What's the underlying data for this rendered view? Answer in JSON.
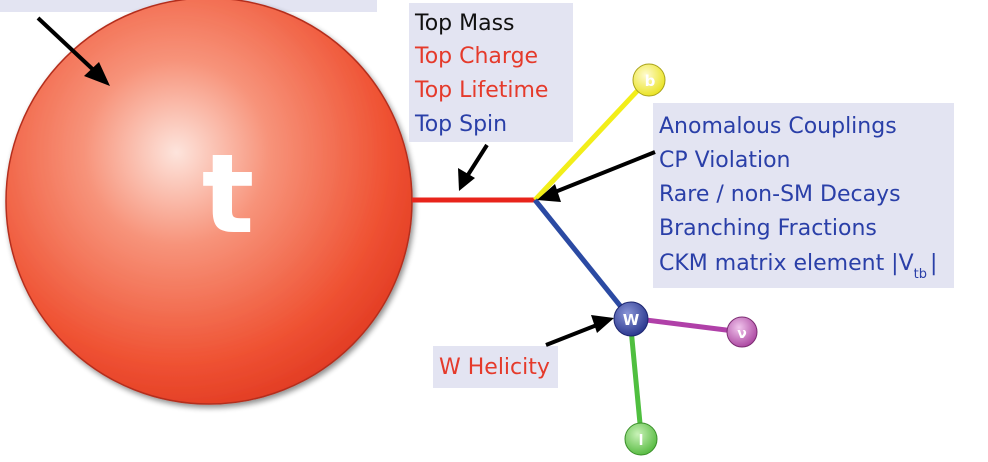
{
  "top_quark": {
    "label": "t",
    "color": "#f05a3c"
  },
  "top_properties": [
    {
      "text": "Top Mass",
      "color": "#111111"
    },
    {
      "text": "Top Charge",
      "color": "#e53a2b"
    },
    {
      "text": "Top Lifetime",
      "color": "#e53a2b"
    },
    {
      "text": "Top Spin",
      "color": "#2a3fa8"
    }
  ],
  "decay_properties": {
    "color": "#2a3fa8",
    "items": [
      "Anomalous Couplings",
      "CP Violation",
      "Rare / non-SM Decays",
      "Branching Fractions"
    ],
    "ckm": {
      "prefix": "CKM matrix element |V",
      "subscript": "tb",
      "suffix": "|"
    }
  },
  "w_helicity": {
    "text": "W Helicity",
    "color": "#e53a2b"
  },
  "particles": {
    "b": {
      "label": "b",
      "color": "#eeee22"
    },
    "w": {
      "label": "W",
      "color": "#2f3f9a"
    },
    "nu": {
      "label": "ν",
      "color": "#b44fb4"
    },
    "lepton": {
      "label": "l",
      "color": "#55c044"
    }
  },
  "lines": {
    "top": "#e8241b",
    "b": "#f2ee19",
    "w": "#2b4aa3",
    "nu": "#b040a8",
    "lepton": "#4fbf3f"
  }
}
